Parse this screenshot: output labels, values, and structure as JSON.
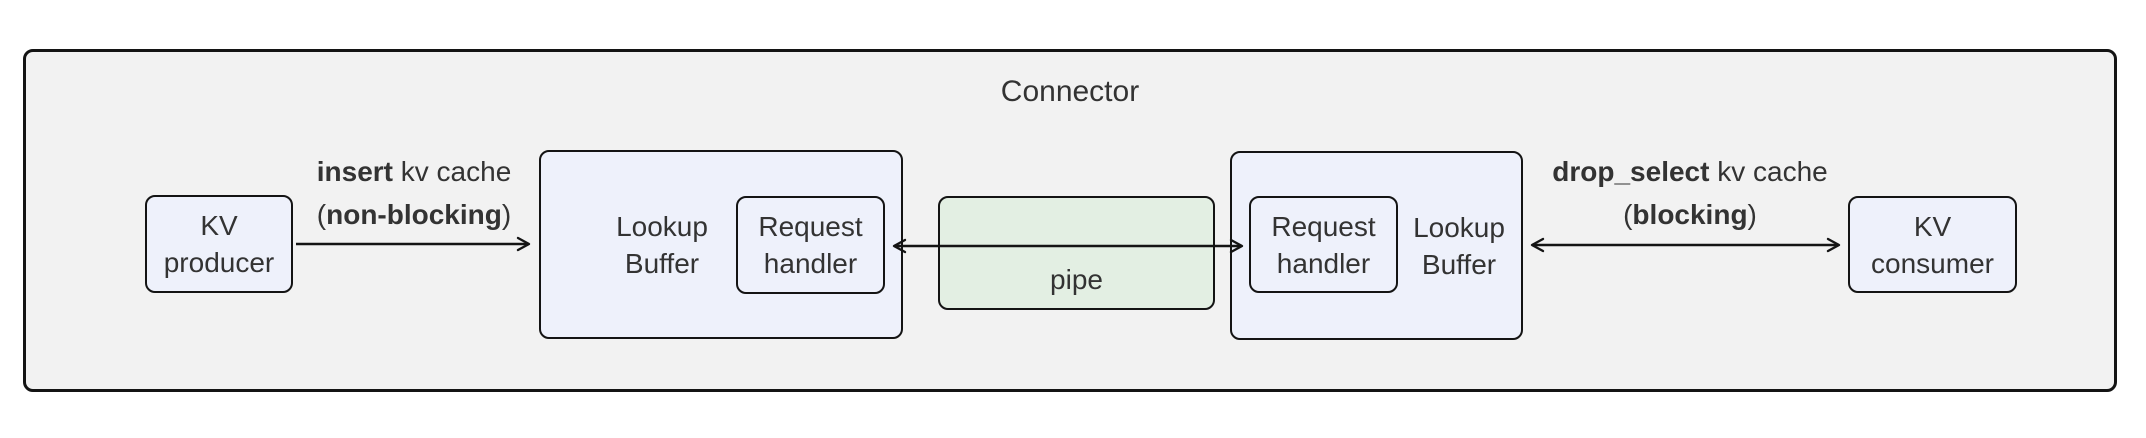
{
  "title": "Connector",
  "nodes": {
    "kv_producer": {
      "label": "KV producer"
    },
    "lookup_buffer_left": {
      "label": "Lookup Buffer"
    },
    "request_handler_left": {
      "label": "Request handler"
    },
    "pipe": {
      "label": "pipe"
    },
    "request_handler_right": {
      "label": "Request handler"
    },
    "lookup_buffer_right": {
      "label": "Lookup Buffer"
    },
    "kv_consumer": {
      "label": "KV consumer"
    }
  },
  "edges": {
    "insert": {
      "bold": "insert",
      "rest": " kv cache",
      "paren_open": "(",
      "paren_bold": "non-blocking",
      "paren_close": ")"
    },
    "drop_select": {
      "bold": "drop_select",
      "rest": " kv cache",
      "paren_open": "(",
      "paren_bold": "blocking",
      "paren_close": ")"
    }
  },
  "colors": {
    "canvas_bg": "#ffffff",
    "container_fill": "#f2f2f2",
    "node_fill": "#eef1fb",
    "pipe_fill": "#e3efe3",
    "border": "#141414",
    "text": "#333333"
  }
}
